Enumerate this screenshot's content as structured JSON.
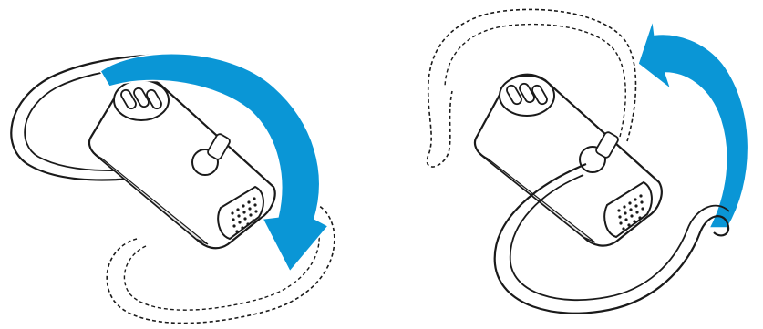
{
  "figure": {
    "panels": [
      {
        "id": "left",
        "description_key": "headset-earhook-rotate-down",
        "arrow_direction": "clockwise-down"
      },
      {
        "id": "right",
        "description_key": "headset-earhook-rotate-up",
        "arrow_direction": "counterclockwise-up"
      }
    ],
    "colors": {
      "arrow": "#0a96d6",
      "outline": "#1a1a1a",
      "fill": "#ffffff",
      "dashed": "#1a1a1a"
    },
    "icons": [
      "headset-icon",
      "ear-hook-icon",
      "rotation-arrow-icon",
      "speaker-grille-icon",
      "button-icon"
    ]
  }
}
